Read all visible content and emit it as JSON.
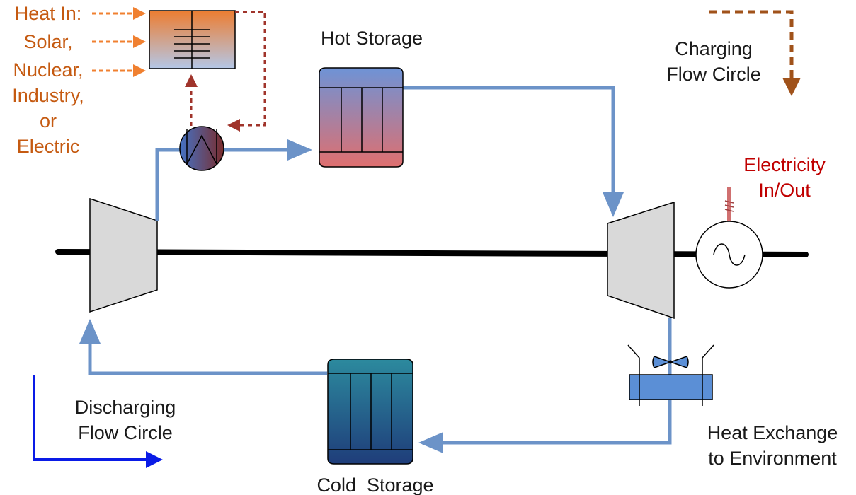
{
  "labels": {
    "heat_in": [
      "Heat In:",
      "Solar,",
      "Nuclear,",
      "Industry,",
      "or",
      "Electric"
    ],
    "hot_storage": "Hot Storage",
    "cold_storage": "Cold  Storage",
    "charging": [
      "Charging",
      "Flow Circle"
    ],
    "discharging": [
      "Discharging",
      "Flow Circle"
    ],
    "electricity": [
      "Electricity",
      "In/Out"
    ],
    "heat_exchange": [
      "Heat Exchange",
      "to Environment"
    ]
  }
}
